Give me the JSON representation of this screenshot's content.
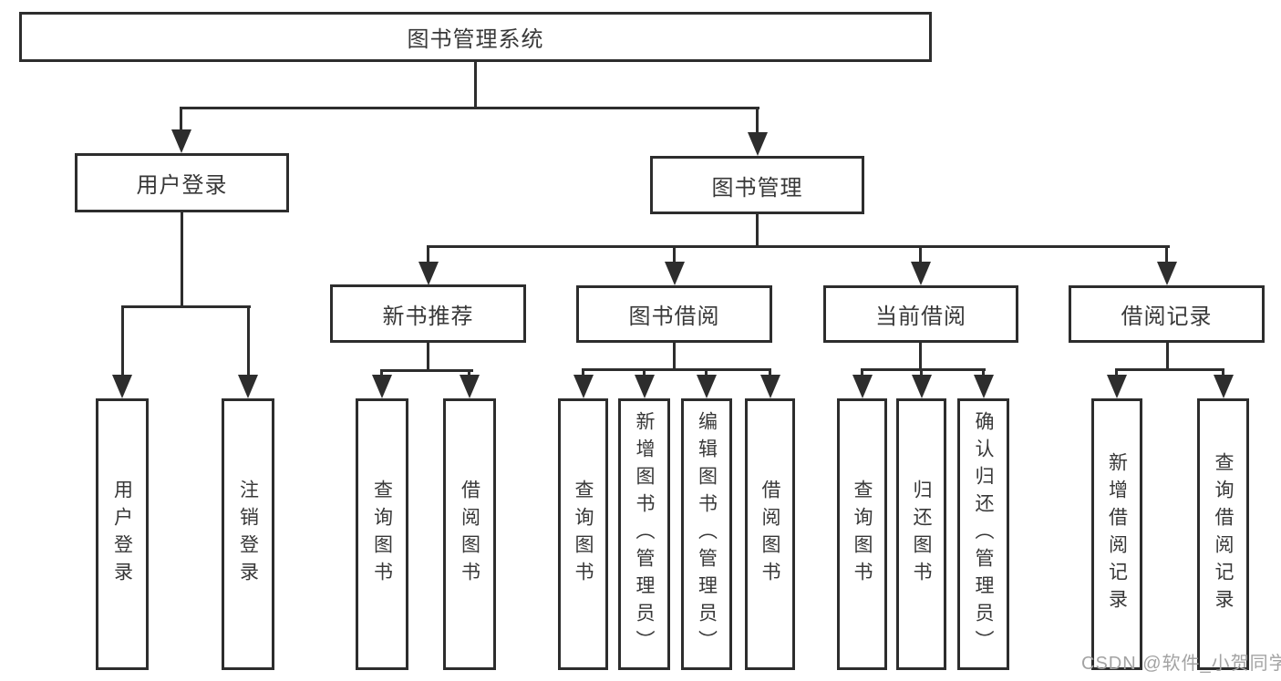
{
  "nodes": {
    "root": {
      "label": "图书管理系统"
    },
    "user_login": {
      "label": "用户登录"
    },
    "book_management": {
      "label": "图书管理"
    },
    "new_book_recommend": {
      "label": "新书推荐"
    },
    "book_borrow": {
      "label": "图书借阅"
    },
    "current_borrow": {
      "label": "当前借阅"
    },
    "borrow_record": {
      "label": "借阅记录"
    },
    "leaf_user_login": {
      "label": "用户登录"
    },
    "leaf_logout": {
      "label": "注销登录"
    },
    "leaf_nbr_query_books": {
      "label": "查询图书"
    },
    "leaf_nbr_borrow_books": {
      "label": "借阅图书"
    },
    "leaf_bb_query_books": {
      "label": "查询图书"
    },
    "leaf_bb_add_books": {
      "label": "新增图书（管理员）"
    },
    "leaf_bb_edit_books": {
      "label": "编辑图书（管理员）"
    },
    "leaf_bb_borrow_books": {
      "label": "借阅图书"
    },
    "leaf_cb_query_books": {
      "label": "查询图书"
    },
    "leaf_cb_return_books": {
      "label": "归还图书"
    },
    "leaf_cb_confirm_return": {
      "label": "确认归还（管理员）"
    },
    "leaf_br_add_record": {
      "label": "新增借阅记录"
    },
    "leaf_br_query_record": {
      "label": "查询借阅记录"
    }
  },
  "watermark": {
    "text": "CSDN @软件_小贺同学"
  },
  "colors": {
    "line": "#2d2d2d",
    "text": "#383838",
    "watermark": "#a3a3a3",
    "background": "#ffffff"
  }
}
